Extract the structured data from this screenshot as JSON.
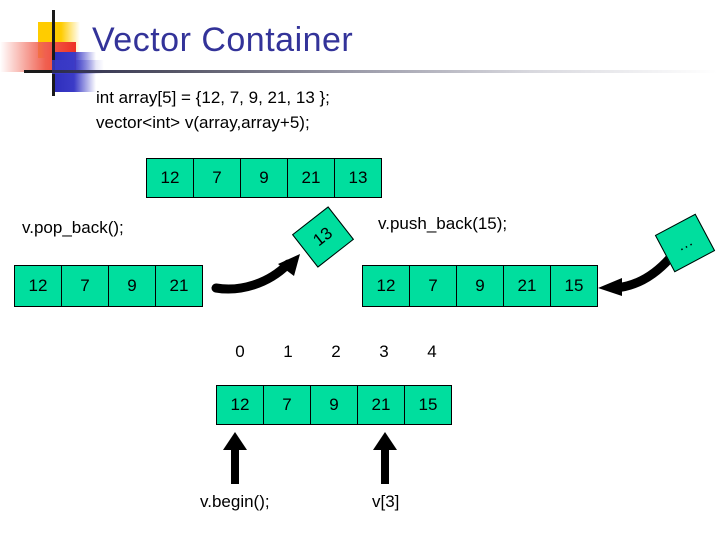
{
  "slide": {
    "title": "Vector Container",
    "code_lines": "int array[5] = {12, 7, 9, 21, 13 };\nvector<int> v(array,array+5);",
    "colors": {
      "title": "#333399",
      "cell_fill": "#00DE9E",
      "cell_border": "#000000",
      "arrow": "#000000"
    }
  },
  "logo": {
    "yellow": "#FFCC00",
    "red": "#EE3124",
    "blue": "#2D2DBB",
    "cross": "#1a1a1a"
  },
  "rows": {
    "initial": {
      "name": "initial-vector",
      "values": [
        "12",
        "7",
        "9",
        "21",
        "13"
      ]
    },
    "after_pop_back": {
      "name": "vector-after-pop-back",
      "values": [
        "12",
        "7",
        "9",
        "21"
      ]
    },
    "after_push_back": {
      "name": "vector-after-push-back",
      "values": [
        "12",
        "7",
        "9",
        "21",
        "15"
      ]
    },
    "indexed": {
      "name": "indexed-vector",
      "indices": [
        "0",
        "1",
        "2",
        "3",
        "4"
      ],
      "values": [
        "12",
        "7",
        "9",
        "21",
        "15"
      ]
    }
  },
  "operations": {
    "pop_back_label": "v.pop_back();",
    "push_back_label": "v.push_back(15);",
    "popped_value": "13",
    "incoming_value": "..."
  },
  "pointers": {
    "begin_label": "v.begin();",
    "index_label": "v[3]"
  }
}
